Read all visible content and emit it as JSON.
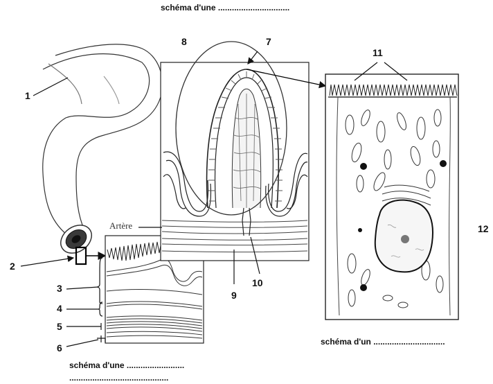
{
  "captions": {
    "top": "schéma d'une ...............................",
    "right": "schéma d'un ...............................",
    "bottom_line1": "schéma d'une .........................",
    "bottom_line2": "..........................................."
  },
  "labels": {
    "n1": "1",
    "n2": "2",
    "n3": "3",
    "n4": "4",
    "n5": "5",
    "n6": "6",
    "n7": "7",
    "n8": "8",
    "n9": "9",
    "n10": "10",
    "n11": "11",
    "n12": "12"
  },
  "artere": "Artère"
}
